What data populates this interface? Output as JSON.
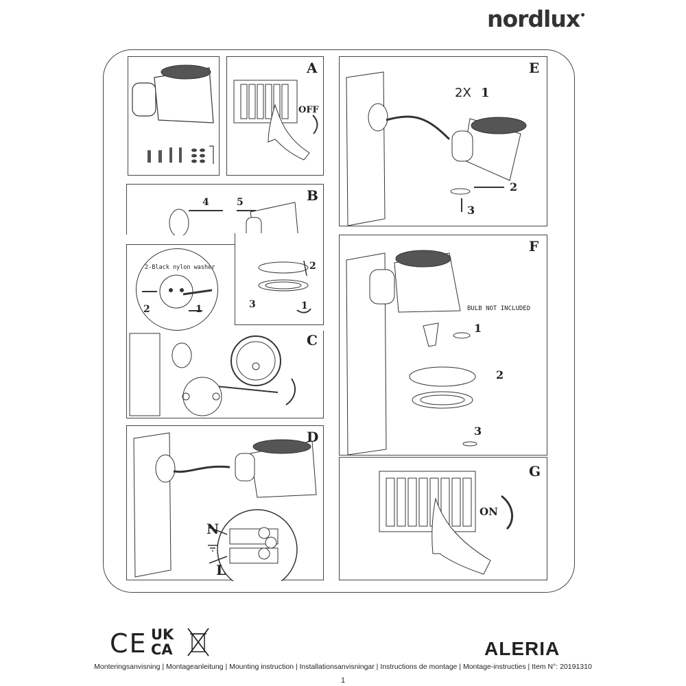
{
  "brand": {
    "logo_text": "nordlux"
  },
  "panels": {
    "a": {
      "step": "A",
      "switch_label": "OFF"
    },
    "b": {
      "step": "B",
      "n4": "4",
      "n5": "5",
      "n1": "1",
      "n2": "2",
      "n3": "3"
    },
    "c": {
      "step": "C",
      "washer_label": "2-Black nylon washer",
      "n1": "1",
      "n2": "2"
    },
    "d": {
      "step": "D",
      "neutral": "N",
      "live": "L"
    },
    "e": {
      "step": "E",
      "qty": "2X",
      "n1": "1",
      "n2": "2",
      "n3": "3"
    },
    "f": {
      "step": "F",
      "bulb_note": "BULB NOT INCLUDED",
      "n1": "1",
      "n2": "2",
      "n3": "3"
    },
    "g": {
      "step": "G",
      "switch_label": "ON"
    }
  },
  "marks": {
    "ce": "CE",
    "ukca_top": "UK",
    "ukca_bottom": "CA"
  },
  "product": {
    "name": "ALERIA"
  },
  "footer": {
    "text": "Monteringsanvisning | Montageanleitung | Mounting instruction | Installationsanvisningar | Instructions de montage | Montage-instructies  | Item N°: 20191310",
    "page": "1"
  }
}
